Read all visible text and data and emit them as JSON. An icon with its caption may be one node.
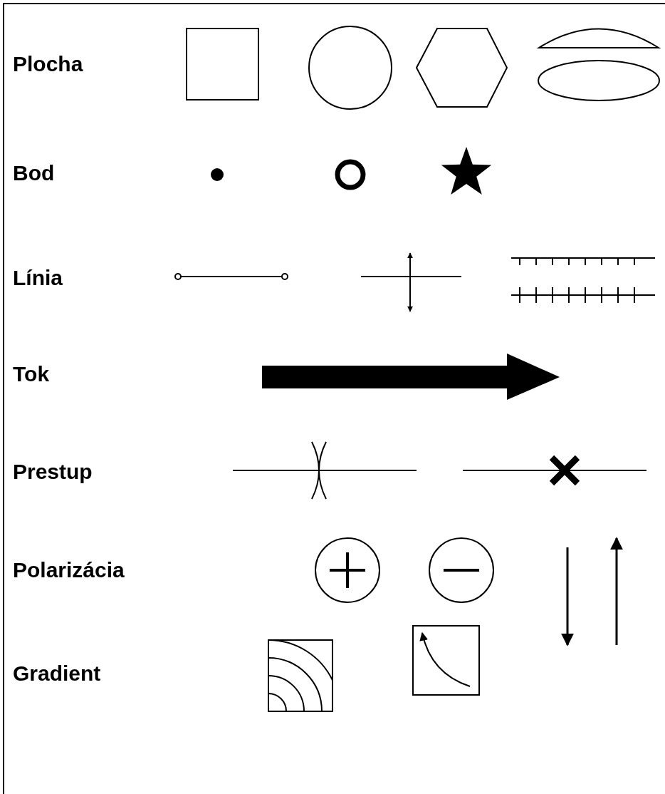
{
  "diagram": {
    "labels": [
      "Plocha",
      "Bod",
      "Línia",
      "Tok",
      "Prestup",
      "Polarizácia",
      "Gradient"
    ]
  }
}
